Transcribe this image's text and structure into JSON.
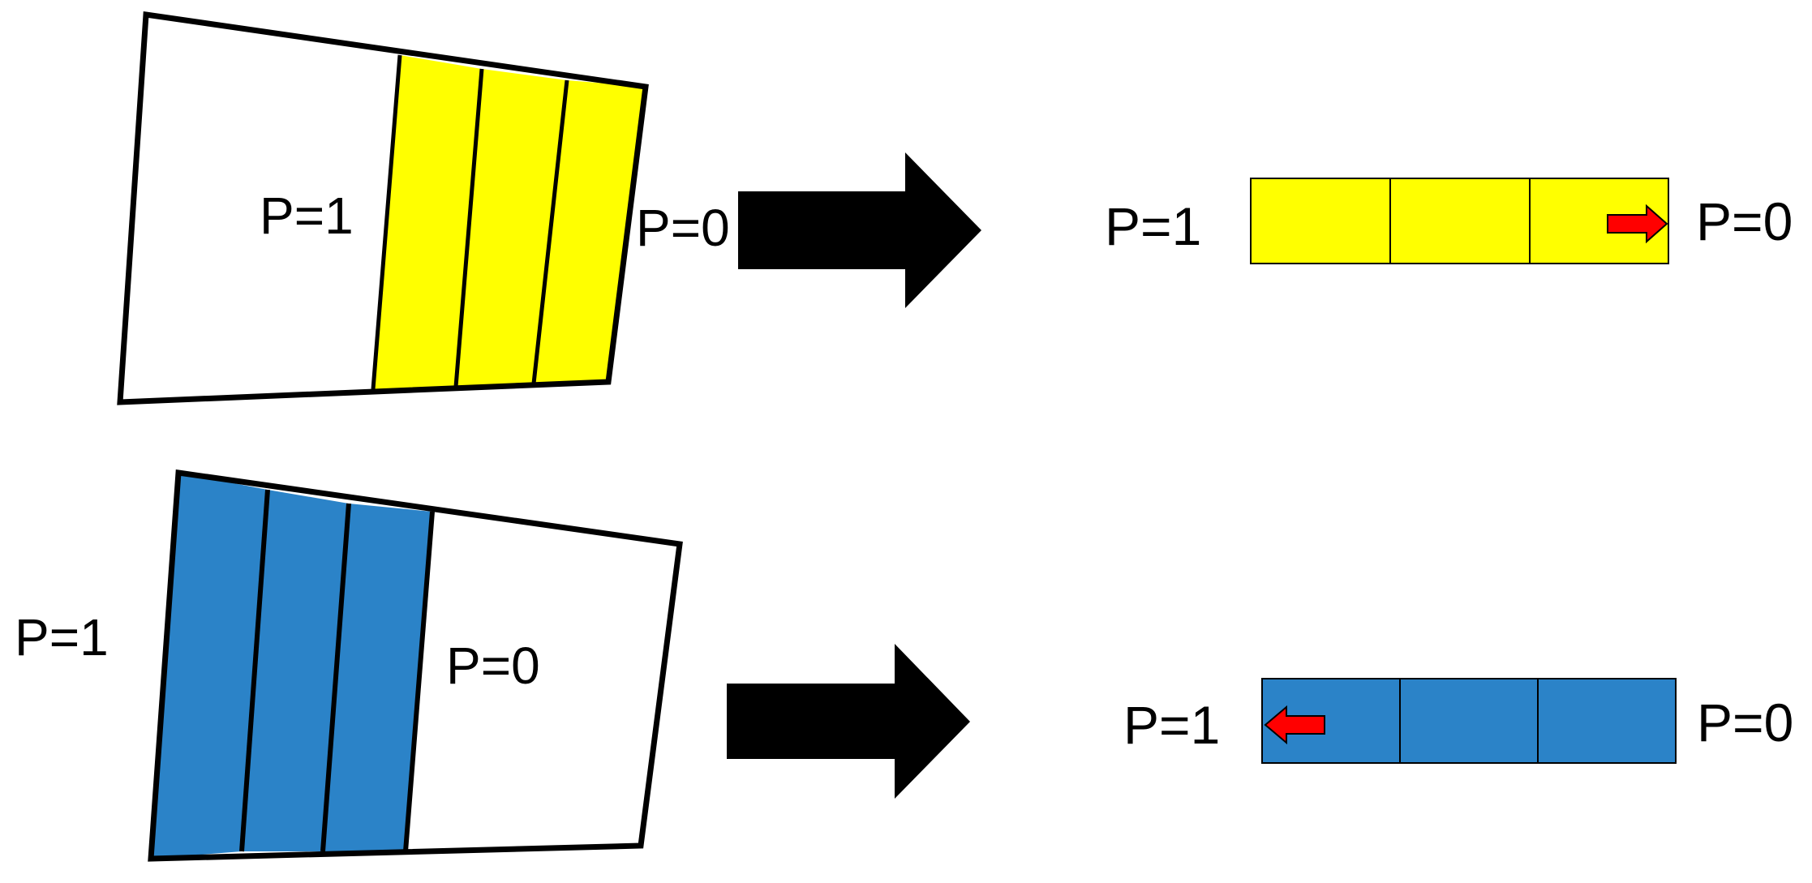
{
  "colors": {
    "yellow": "#ffff00",
    "blue": "#2b83c8",
    "white": "#ffffff",
    "outline": "#000000",
    "red_arrow": "#ff0000"
  },
  "top_row": {
    "trapezoid": {
      "fill_colors": [
        "white",
        "yellow",
        "yellow",
        "yellow"
      ],
      "label_left": "P=1",
      "label_right": "P=0"
    },
    "arrow_icon": "right-arrow",
    "strip": {
      "cells": 3,
      "fill": "yellow",
      "label_left": "P=1",
      "label_right": "P=0",
      "indicator": "red-right-arrow"
    }
  },
  "bottom_row": {
    "trapezoid": {
      "fill_colors": [
        "blue",
        "blue",
        "blue",
        "white"
      ],
      "label_left": "P=1",
      "label_right": "P=0"
    },
    "arrow_icon": "right-arrow",
    "strip": {
      "cells": 3,
      "fill": "blue",
      "label_left": "P=1",
      "label_right": "P=0",
      "indicator": "red-left-arrow"
    }
  }
}
